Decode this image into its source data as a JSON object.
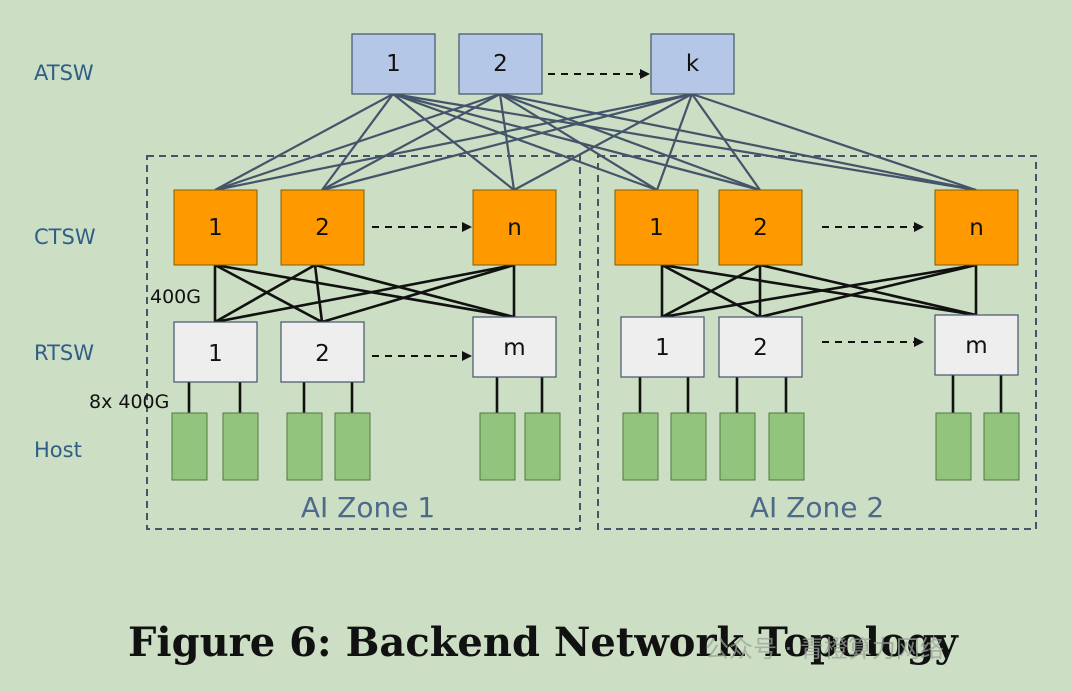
{
  "tiers": {
    "atsw": "ATSW",
    "ctsw": "CTSW",
    "rtsw": "RTSW",
    "host": "Host"
  },
  "atsw_nodes": [
    "1",
    "2",
    "k"
  ],
  "zones": [
    {
      "label": "AI Zone 1",
      "ctsw_nodes": [
        "1",
        "2",
        "n"
      ],
      "rtsw_nodes": [
        "1",
        "2",
        "m"
      ]
    },
    {
      "label": "AI Zone 2",
      "ctsw_nodes": [
        "1",
        "2",
        "n"
      ],
      "rtsw_nodes": [
        "1",
        "2",
        "m"
      ]
    }
  ],
  "link_labels": {
    "ctsw_rtsw": "400G",
    "rtsw_host": "8x 400G"
  },
  "caption": "Figure 6: Backend Network Topology",
  "watermark": "公众号 · 青橙算力网络",
  "colors": {
    "background": "#ccdec4",
    "atsw_fill": "#b4c7e7",
    "ctsw_fill": "#ff9900",
    "rtsw_fill": "#eeeeee",
    "host_fill": "#93c47d",
    "uplink": "#44546a",
    "zone_border": "#44546a"
  }
}
